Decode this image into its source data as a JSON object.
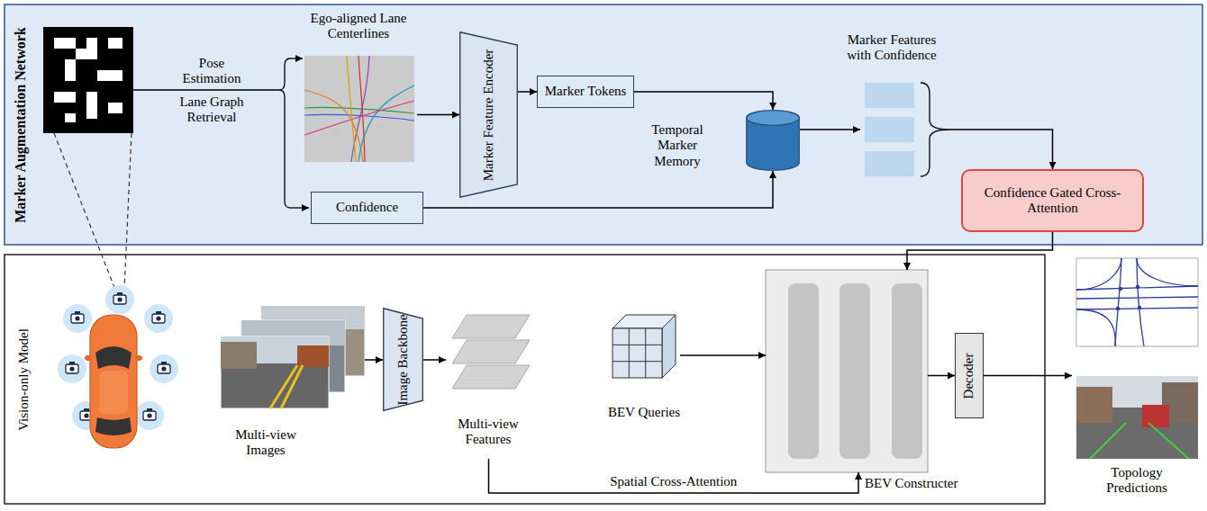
{
  "diagram": {
    "nodes": [
      {
        "text": [
          "Marker Augmentation Network"
        ]
      },
      {
        "text": [
          "Ego-aligned Lane Centerlines"
        ],
        "in": 0
      },
      {
        "text": [
          "Marker Feature Encoder"
        ],
        "in": 0
      },
      {
        "text": [
          "Marker Tokens"
        ],
        "in": 0
      },
      {
        "text": [
          "Confidence"
        ],
        "in": 0
      },
      {
        "text": [
          "Temporal Marker Memory"
        ],
        "in": 0
      },
      {
        "text": [
          "Marker Features with Confidence"
        ],
        "in": 0
      },
      {
        "text": [
          "Confidence Gated Cross-Attention"
        ],
        "in": 0
      },
      {
        "text": [
          "Vision-only Model"
        ]
      },
      {
        "text": [
          "Multi-view Images"
        ],
        "in": 8
      },
      {
        "text": [
          "Image Backbone"
        ],
        "in": 8
      },
      {
        "text": [
          "Multi-view Features"
        ],
        "in": 8
      },
      {
        "text": [
          "BEV Queries"
        ],
        "in": 8
      },
      {
        "text": [
          "BEV Constructer"
        ],
        "in": 8
      },
      {
        "text": [
          "Decoder"
        ],
        "in": 8
      },
      {
        "text": [
          "Topology Predictions"
        ]
      }
    ],
    "edges": [
      {
        "from": 1,
        "to": 2,
        "arrow": "to"
      },
      {
        "from": 2,
        "to": 3,
        "arrow": "to"
      },
      {
        "from": 3,
        "to": 5,
        "arrow": "to"
      },
      {
        "from": 4,
        "to": 5,
        "arrow": "to"
      },
      {
        "from": 5,
        "to": 6,
        "arrow": "to"
      },
      {
        "from": 6,
        "to": 7,
        "arrow": "to"
      },
      {
        "from": 7,
        "to": 13,
        "arrow": "to"
      },
      {
        "from": 9,
        "to": 10,
        "arrow": "to"
      },
      {
        "from": 10,
        "to": 11,
        "arrow": "to"
      },
      {
        "from": 11,
        "to": 13,
        "label": "Spatial Cross-Attention",
        "arrow": "to"
      },
      {
        "from": 12,
        "to": 13,
        "arrow": "to"
      },
      {
        "from": 13,
        "to": 14,
        "arrow": "to"
      },
      {
        "from": 14,
        "to": 15,
        "arrow": "to"
      }
    ],
    "labels": [
      "Pose Estimation",
      "Lane Graph Retrieval"
    ]
  }
}
